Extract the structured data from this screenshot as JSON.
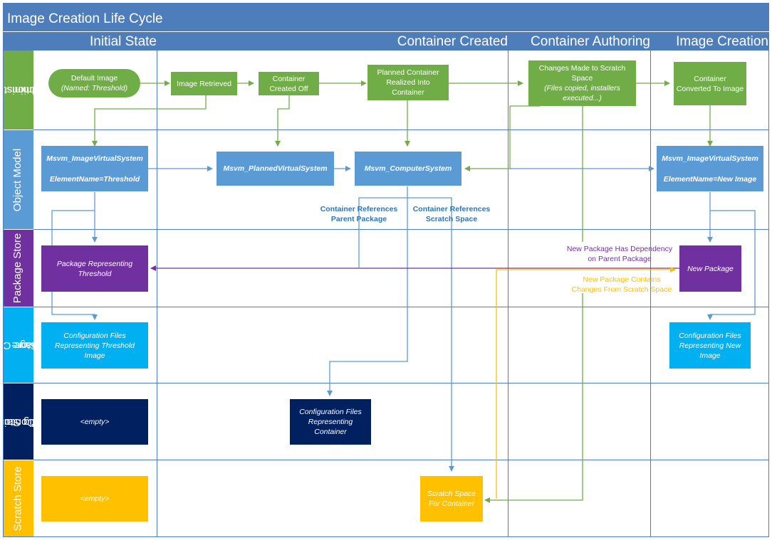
{
  "title": "Image Creation Life Cycle",
  "phases": [
    "Initial State",
    "Container Created",
    "Container Authoring",
    "Image Creation"
  ],
  "lanes": {
    "admin": [
      "Administrative",
      "Actions"
    ],
    "object": "Object Model",
    "package": "Package Store",
    "imgconfig": [
      "Image Config",
      "Store"
    ],
    "contconfig": [
      "Container",
      "Config Store"
    ],
    "scratch": "Scratch Store"
  },
  "admin": {
    "default_image": "Default Image",
    "default_image_sub": "(Named: Threshold)",
    "image_retrieved": "Image Retrieved",
    "container_created": "Container Created Off",
    "planned_realized": "Planned Container Realized Into Container",
    "changes_made": "Changes Made to Scratch Space",
    "changes_made_sub": "(Files copied, installers executed...)",
    "converted": "Container Converted To Image"
  },
  "object": {
    "image_vs_1": "Msvm_ImageVirtualSystem",
    "image_vs_1_name": "ElementName=Threshold",
    "planned_vs": "Msvm_PlannedVirtualSystem",
    "computer_system": "Msvm_ComputerSystem",
    "image_vs_2": "Msvm_ImageVirtualSystem",
    "image_vs_2_name": "ElementName=New Image"
  },
  "notes": {
    "ref_parent": "Container References Parent Package",
    "ref_scratch": "Container References Scratch Space",
    "dependency": "New Package Has Dependency on Parent Package",
    "contains_changes": "New Package Contains Changes From Scratch Space"
  },
  "package": {
    "threshold": "Package Representing Threshold",
    "new": "New Package"
  },
  "imgconfig": {
    "threshold": "Configuration Files Representing Threshold Image",
    "new": "Configuration Files Representing New Image"
  },
  "contconfig": {
    "empty": "<empty>",
    "container": "Configuration Files Representing Container"
  },
  "scratch": {
    "empty": "<empty>",
    "container": "Scratch Space For Container"
  },
  "colors": {
    "header": "#4d7ebb",
    "green": "#70ad47",
    "blue": "#5b9bd5",
    "purple": "#7030a0",
    "cyan": "#00b0f0",
    "navy": "#002060",
    "gold": "#ffc000"
  }
}
